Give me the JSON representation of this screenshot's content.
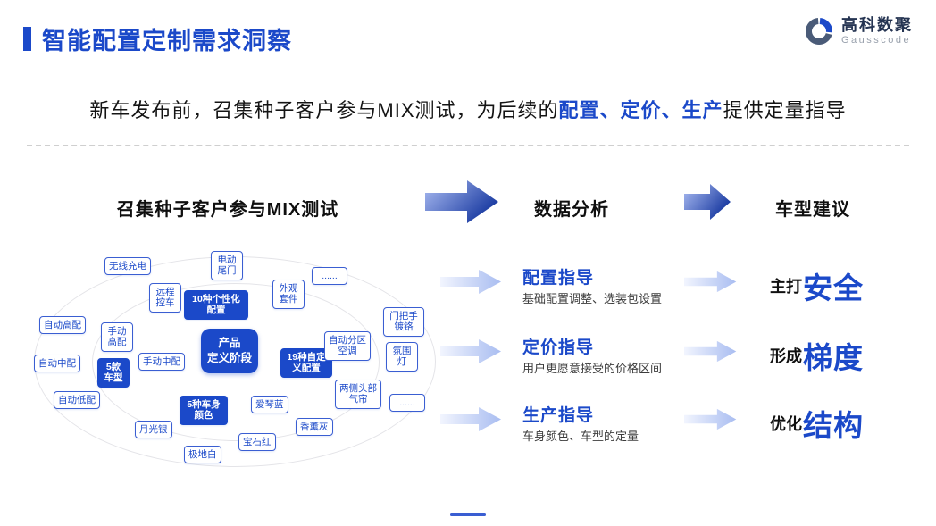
{
  "colors": {
    "primary_blue": "#1b49c9"
  },
  "header": {
    "title": "智能配置定制需求洞察",
    "logo": {
      "name": "高科数聚",
      "sub": "Gausscode"
    }
  },
  "subtitle": {
    "part1": "新车发布前，召集种子客户参与MIX测试，为后续的",
    "highlight": "配置、定价、生产",
    "part2": "提供定量指导"
  },
  "flow": {
    "step1": "召集种子客户参与MIX测试",
    "step2": "数据分析",
    "step3": "车型建议"
  },
  "diagram": {
    "center": "产品\n定义阶段",
    "category_nodes": [
      "10种个性化配置",
      "5款车型",
      "19种自定义配置",
      "5种车身颜色"
    ],
    "nodes": [
      "无线充电",
      "电动尾门",
      "远程控车",
      "外观套件",
      "......",
      "自动高配",
      "手动高配",
      "门把手镀铬",
      "自动分区空调",
      "氛围灯",
      "自动中配",
      "手动中配",
      "两侧头部气帘",
      "自动低配",
      "爱琴蓝",
      "......",
      "香薰灰",
      "月光银",
      "宝石红",
      "极地白"
    ]
  },
  "guidance": [
    {
      "title": "配置指导",
      "desc": "基础配置调整、选装包设置"
    },
    {
      "title": "定价指导",
      "desc": "用户更愿意接受的价格区间"
    },
    {
      "title": "生产指导",
      "desc": "车身颜色、车型的定量"
    }
  ],
  "suggestions": [
    {
      "prefix": "主打",
      "keyword": "安全"
    },
    {
      "prefix": "形成",
      "keyword": "梯度"
    },
    {
      "prefix": "优化",
      "keyword": "结构"
    }
  ]
}
